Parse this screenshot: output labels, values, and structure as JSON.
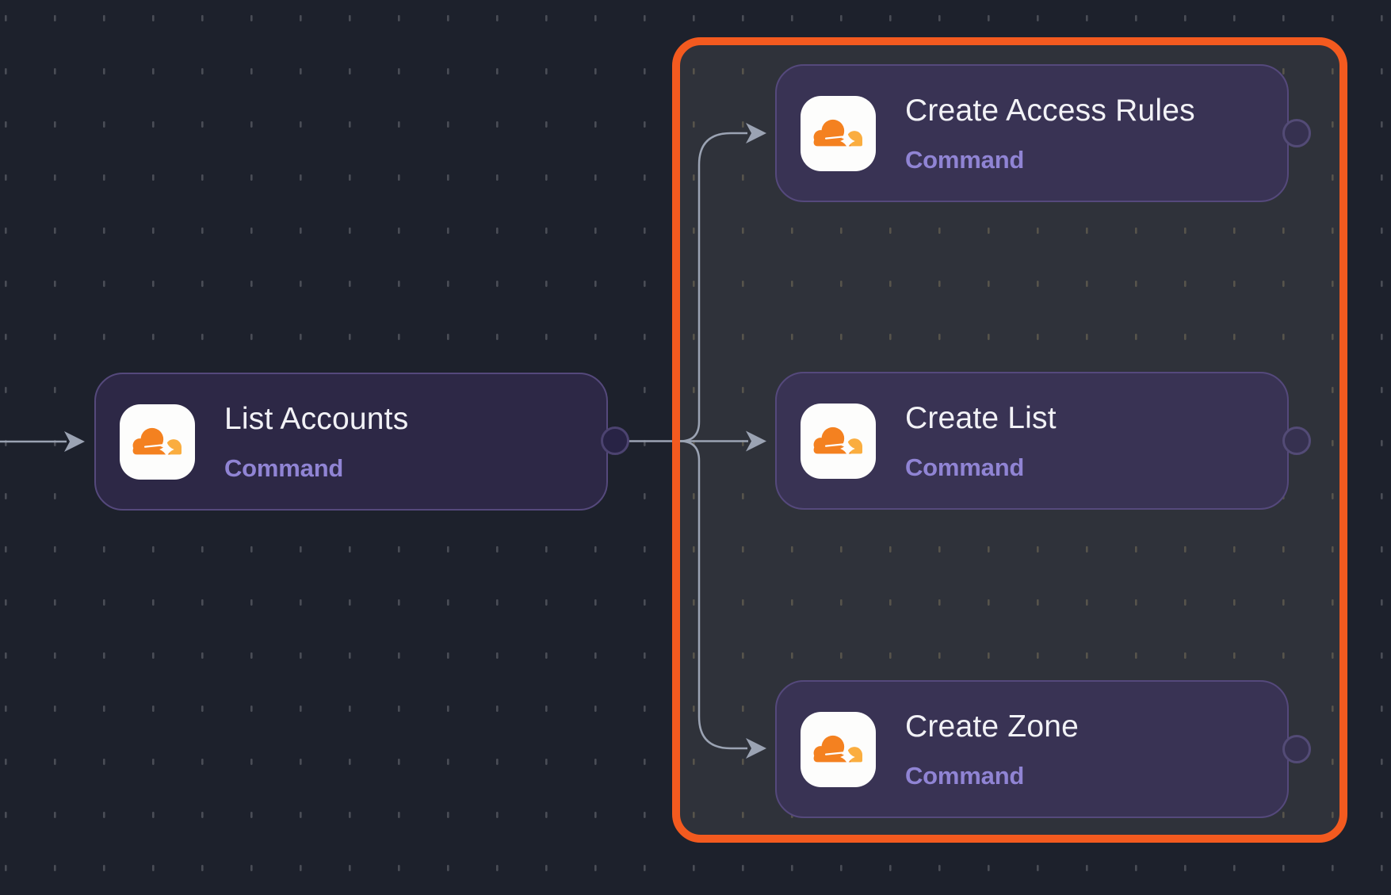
{
  "canvas": {
    "type": "workflow-editor-canvas"
  },
  "nodes": [
    {
      "id": "list-accounts",
      "title": "List Accounts",
      "subtitle": "Command",
      "icon": "cloudflare-icon"
    },
    {
      "id": "create-access-rules",
      "title": "Create Access Rules",
      "subtitle": "Command",
      "icon": "cloudflare-icon"
    },
    {
      "id": "create-list",
      "title": "Create List",
      "subtitle": "Command",
      "icon": "cloudflare-icon"
    },
    {
      "id": "create-zone",
      "title": "Create Zone",
      "subtitle": "Command",
      "icon": "cloudflare-icon"
    }
  ],
  "selection": {
    "contains": [
      "create-access-rules",
      "create-list",
      "create-zone"
    ],
    "accent_color": "#f35a1f"
  },
  "colors": {
    "canvas_background": "#1d212c",
    "selection_background": "#2f323a",
    "node_fill": "#393354",
    "node_border": "#55497c",
    "title_text": "#f2f2f6",
    "subtitle_text": "#9084d4",
    "edge": "#9ba3b3",
    "cloudflare_orange": "#f48120",
    "cloudflare_light_orange": "#faad3f"
  }
}
